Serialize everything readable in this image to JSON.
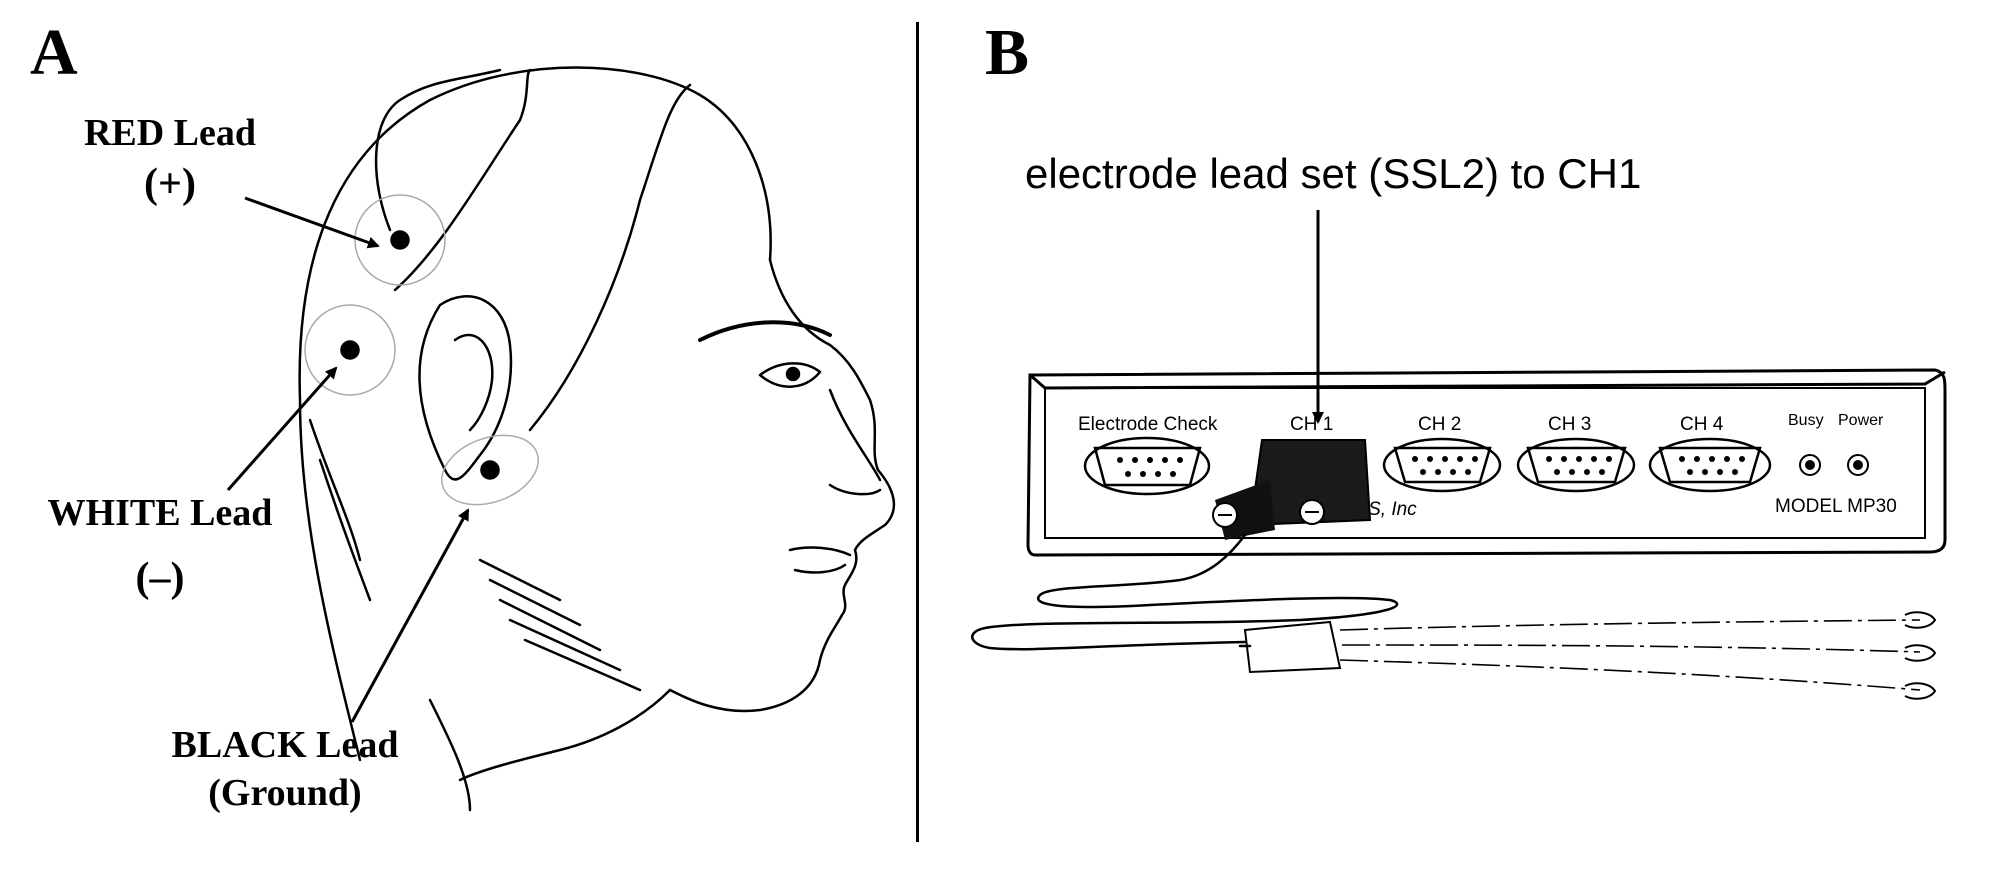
{
  "panel_a": {
    "letter": "A",
    "red_lead": {
      "name": "RED Lead",
      "polarity": "(+)"
    },
    "white_lead": {
      "name": "WHITE Lead",
      "polarity": "(–)"
    },
    "black_lead": {
      "name": "BLACK Lead",
      "polarity": "(Ground)"
    }
  },
  "panel_b": {
    "letter": "B",
    "callout": "electrode lead set (SSL2) to CH1",
    "device": {
      "electrode_check": "Electrode Check",
      "ch1": "CH 1",
      "ch2": "CH 2",
      "ch3": "CH 3",
      "ch4": "CH 4",
      "busy": "Busy",
      "power": "Power",
      "model": "MODEL MP30",
      "maker_fragment": "TEMS, Inc"
    }
  }
}
